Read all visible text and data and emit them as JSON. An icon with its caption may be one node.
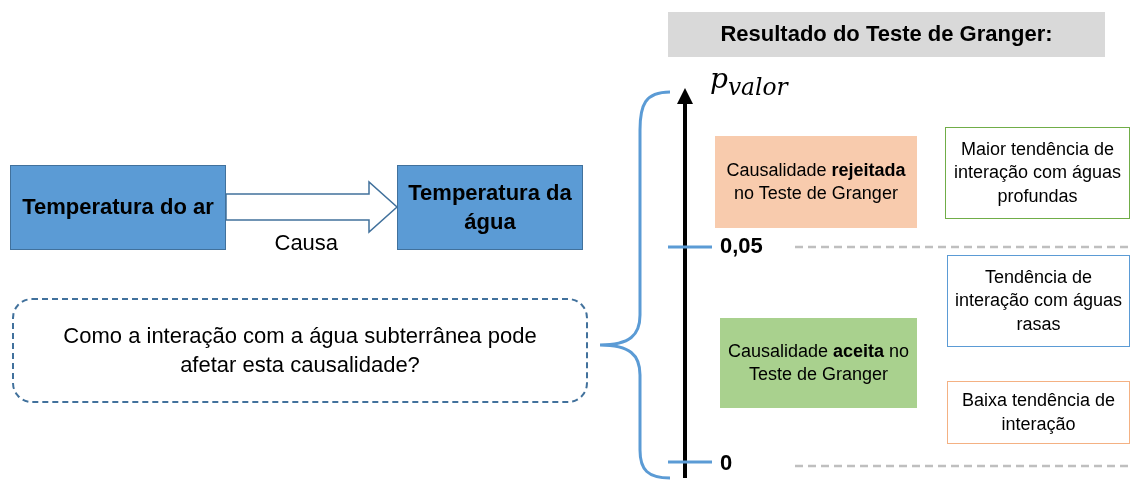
{
  "diagram": {
    "nodes": [
      {
        "text": [
          "Temperatura do ar"
        ]
      },
      {
        "text": [
          "Temperatura da água"
        ]
      },
      {
        "text": [
          "Como a interação com a água subterrânea pode afetar esta causalidade?"
        ]
      },
      {
        "text": [
          "Resultado do Teste de Granger:"
        ]
      },
      {
        "text": [
          "Causalidade **rejeitada** no Teste de Granger"
        ]
      },
      {
        "text": [
          "Causalidade **aceita** no Teste de Granger"
        ]
      },
      {
        "text": [
          "Maior tendência de interação com águas profundas"
        ]
      },
      {
        "text": [
          "Tendência de interação com águas rasas"
        ]
      },
      {
        "text": [
          "Baixa tendência de interação"
        ]
      }
    ],
    "edges": [
      {
        "from": 0,
        "to": 1,
        "arrow": "to",
        "label": "Causa"
      }
    ],
    "labels": [
      "p$_{valor}$",
      "0,05",
      "0"
    ]
  }
}
